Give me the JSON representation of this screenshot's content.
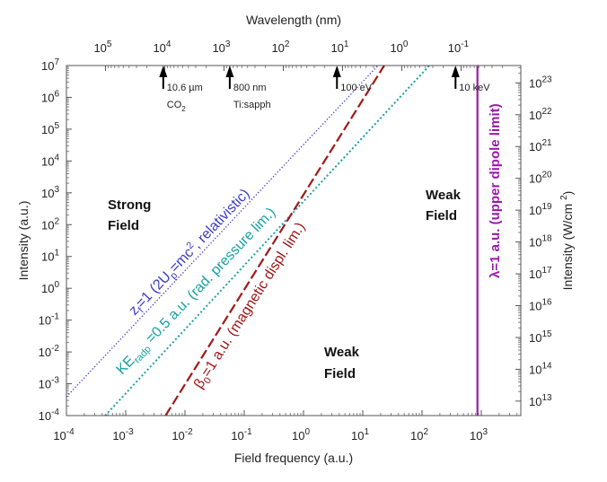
{
  "chart_data": {
    "type": "line",
    "title": "",
    "xlabel": "Field frequency (a.u.)",
    "ylabel": "Intensity (a.u.)",
    "x2label": "Wavelength (nm)",
    "y2label": "Intensity (W/cm 2)",
    "xscale": "log",
    "yscale": "log",
    "xlim": [
      0.0001,
      4700
    ],
    "ylim": [
      0.0001,
      10000000
    ],
    "grid": false,
    "x_ticks": [
      "10^-4",
      "10^-3",
      "10^-2",
      "10^-1",
      "10^0",
      "10^1",
      "10^2",
      "10^3"
    ],
    "y_ticks": [
      "10^-4",
      "10^-3",
      "10^-2",
      "10^-1",
      "10^0",
      "10^1",
      "10^2",
      "10^3",
      "10^4",
      "10^5",
      "10^6",
      "10^7"
    ],
    "x2_ticks": [
      "10^5",
      "10^4",
      "10^3",
      "10^2",
      "10^1",
      "10^0",
      "10^-1"
    ],
    "y2_ticks": [
      "10^13",
      "10^14",
      "10^15",
      "10^16",
      "10^17",
      "10^18",
      "10^19",
      "10^20",
      "10^21",
      "10^22",
      "10^23"
    ],
    "series": [
      {
        "name": "z_f=1 (2U_p=mc^2, relativistic)",
        "label": "zf=1 (2Up=mc2, relativistic)",
        "color": "#3a3ac8",
        "style": "dotted",
        "slope": 2,
        "x": [
          0.0001,
          18.0
        ],
        "y": [
          0.00039,
          10000000
        ]
      },
      {
        "name": "KE_radp=0.5 a.u. (rad. pressure lim.)",
        "label": "KEradp=0.5 a.u. (rad. pressure lim.)",
        "color": "#17a0a0",
        "style": "dotted",
        "slope": 2,
        "x": [
          0.00045,
          133.0
        ],
        "y": [
          0.0001,
          10000000
        ]
      },
      {
        "name": "β_0=1 a.u. (magnetic displ. lim.)",
        "label": "β0=1 a.u. (magnetic displ. lim.)",
        "color": "#a01818",
        "style": "dashed",
        "slope": 3,
        "x": [
          0.0047,
          23.0
        ],
        "y": [
          0.0001,
          10000000
        ]
      },
      {
        "name": "λ=1 a.u. (upper dipole limit)",
        "label": "λ=1 a.u. (upper dipole limit)",
        "color": "#9a1aa8",
        "style": "solid",
        "x": [
          861,
          861
        ],
        "y": [
          0.0001,
          10000000
        ]
      }
    ],
    "annotations": [
      {
        "text": "10.6 µm",
        "sub": "CO2",
        "x_nm": 10600,
        "frequency_au": 0.0043
      },
      {
        "text": "800 nm",
        "sub": "Ti:sapph",
        "x_nm": 800,
        "frequency_au": 0.057
      },
      {
        "text": "100 eV",
        "sub": "",
        "frequency_au": 3.67
      },
      {
        "text": "10 keV",
        "sub": "",
        "frequency_au": 367.5
      }
    ],
    "regions": [
      {
        "text": "Strong Field",
        "position": "upper-left"
      },
      {
        "text": "Weak Field",
        "position": "upper-right"
      },
      {
        "text": "Weak Field",
        "position": "lower-center"
      }
    ]
  },
  "labels": {
    "xlabel": "Field frequency (a.u.)",
    "ylabel": "Intensity (a.u.)",
    "x2label": "Wavelength (nm)",
    "y2label_main": "Intensity (W/cm",
    "y2label_sup": "2",
    "y2label_end": ")",
    "strong_1": "Strong",
    "strong_2": "Field",
    "weak_a_1": "Weak",
    "weak_a_2": "Field",
    "weak_b_1": "Weak",
    "weak_b_2": "Field"
  }
}
